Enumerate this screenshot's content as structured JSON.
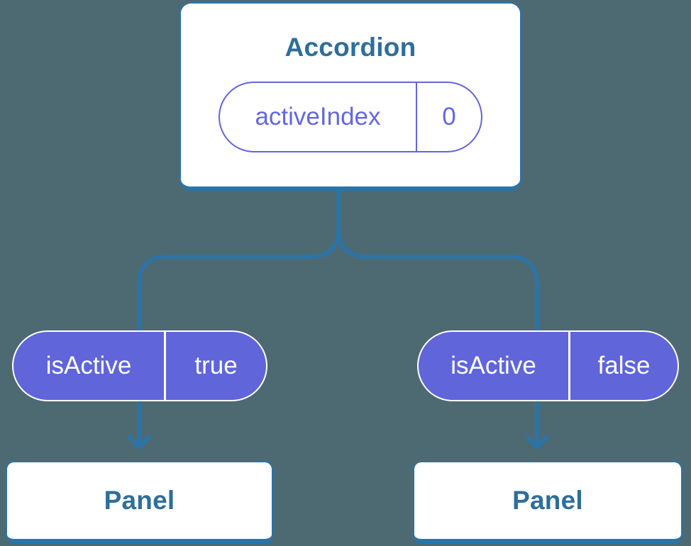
{
  "colors": {
    "background": "#4D6A73",
    "edge_blue": "#2A74A8",
    "node_text_blue": "#2D6E9B",
    "pill_fill_purple": "#6065DA",
    "pill_outline_purple": "#6165DF",
    "pill_text_on_purple": "#FFFFFF",
    "card_background": "#FFFFFF"
  },
  "tree": {
    "root": {
      "title": "Accordion",
      "state": {
        "label": "activeIndex",
        "value": "0"
      }
    },
    "props": [
      {
        "label": "isActive",
        "value": "true"
      },
      {
        "label": "isActive",
        "value": "false"
      }
    ],
    "children": [
      {
        "title": "Panel"
      },
      {
        "title": "Panel"
      }
    ]
  }
}
